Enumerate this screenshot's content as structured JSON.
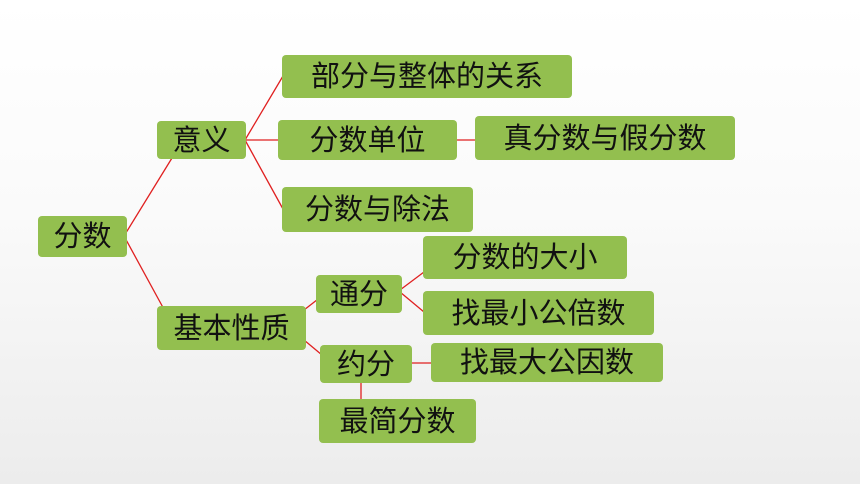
{
  "diagram": {
    "line_color": "#e02020",
    "node_color": "#93bf4f",
    "nodes": {
      "root": "分数",
      "meaning": "意义",
      "basic_property": "基本性质",
      "part_whole": "部分与整体的关系",
      "fraction_unit": "分数单位",
      "proper_improper": "真分数与假分数",
      "fraction_division": "分数与除法",
      "common_denominator": "通分",
      "compare_size": "分数的大小",
      "find_lcm": "找最小公倍数",
      "reduce": "约分",
      "find_gcd": "找最大公因数",
      "simplest_fraction": "最简分数"
    }
  }
}
